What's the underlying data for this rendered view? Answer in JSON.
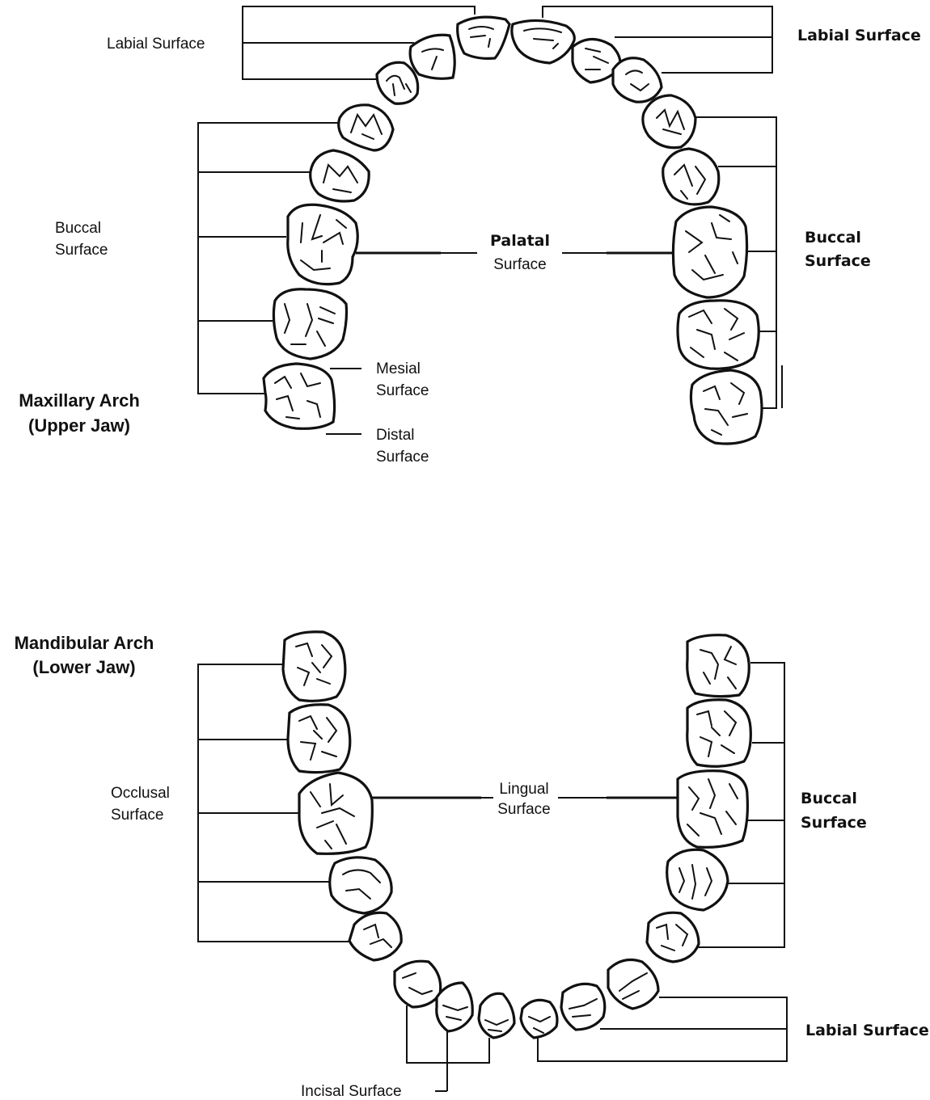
{
  "maxillary": {
    "title_line1": "Maxillary Arch",
    "title_line2": "(Upper Jaw)",
    "labial_left": "Labial Surface",
    "labial_right": "Labial Surface",
    "buccal_left_line1": "Buccal",
    "buccal_left_line2": "Surface",
    "buccal_right_line1": "Buccal",
    "buccal_right_line2": "Surface",
    "palatal_line1": "Palatal",
    "palatal_line2": "Surface",
    "mesial_line1": "Mesial",
    "mesial_line2": "Surface",
    "distal_line1": "Distal",
    "distal_line2": "Surface"
  },
  "mandibular": {
    "title_line1": "Mandibular Arch",
    "title_line2": "(Lower Jaw)",
    "occlusal_line1": "Occlusal",
    "occlusal_line2": "Surface",
    "lingual_line1": "Lingual",
    "lingual_line2": "Surface",
    "buccal_line1": "Buccal",
    "buccal_line2": "Surface",
    "labial": "Labial Surface",
    "incisal": "Incisal Surface"
  }
}
